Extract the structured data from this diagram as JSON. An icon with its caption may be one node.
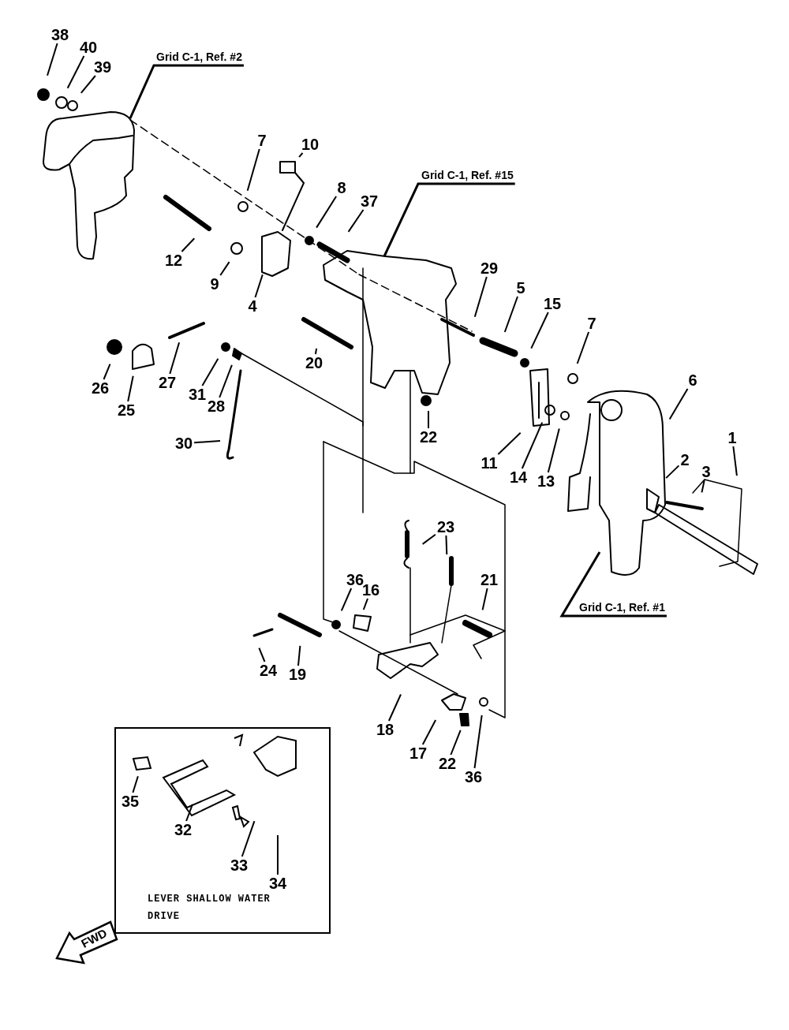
{
  "diagram": {
    "nodes": [
      {
        "text": [
          "38"
        ]
      },
      {
        "text": [
          "40"
        ]
      },
      {
        "text": [
          "39"
        ]
      },
      {
        "text": [
          "Grid C-1, Ref. #2"
        ]
      },
      {
        "text": [
          "10"
        ]
      },
      {
        "text": [
          "7"
        ]
      },
      {
        "text": [
          "8"
        ]
      },
      {
        "text": [
          "37"
        ]
      },
      {
        "text": [
          "Grid C-1, Ref. #15"
        ]
      },
      {
        "text": [
          "12"
        ]
      },
      {
        "text": [
          "9"
        ]
      },
      {
        "text": [
          "4"
        ]
      },
      {
        "text": [
          "29"
        ]
      },
      {
        "text": [
          "5"
        ]
      },
      {
        "text": [
          "15"
        ]
      },
      {
        "text": [
          "7"
        ]
      },
      {
        "text": [
          "26"
        ]
      },
      {
        "text": [
          "25"
        ]
      },
      {
        "text": [
          "27"
        ]
      },
      {
        "text": [
          "31"
        ]
      },
      {
        "text": [
          "28"
        ]
      },
      {
        "text": [
          "20"
        ]
      },
      {
        "text": [
          "30"
        ]
      },
      {
        "text": [
          "22"
        ]
      },
      {
        "text": [
          "11"
        ]
      },
      {
        "text": [
          "14"
        ]
      },
      {
        "text": [
          "13"
        ]
      },
      {
        "text": [
          "6"
        ]
      },
      {
        "text": [
          "2"
        ]
      },
      {
        "text": [
          "1"
        ]
      },
      {
        "text": [
          "3"
        ]
      },
      {
        "text": [
          "Grid C-1, Ref. #1"
        ]
      },
      {
        "text": [
          "23"
        ]
      },
      {
        "text": [
          "36"
        ]
      },
      {
        "text": [
          "16"
        ]
      },
      {
        "text": [
          "21"
        ]
      },
      {
        "text": [
          "24"
        ]
      },
      {
        "text": [
          "19"
        ]
      },
      {
        "text": [
          "18"
        ]
      },
      {
        "text": [
          "17"
        ]
      },
      {
        "text": [
          "22"
        ]
      },
      {
        "text": [
          "36"
        ]
      },
      {
        "text": [
          "LEVER SHALLOW WATER DRIVE"
        ]
      },
      {
        "text": [
          "35"
        ],
        "in": 42
      },
      {
        "text": [
          "32"
        ],
        "in": 42
      },
      {
        "text": [
          "33"
        ],
        "in": 42
      },
      {
        "text": [
          "34"
        ],
        "in": 42
      },
      {
        "text": [
          "FWD"
        ]
      }
    ],
    "edges": [
      {
        "from": 0,
        "to": null,
        "arrow": "none"
      },
      {
        "from": 1,
        "to": null,
        "arrow": "none"
      },
      {
        "from": 2,
        "to": null,
        "arrow": "none"
      },
      {
        "from": 3,
        "to": null,
        "arrow": "none"
      },
      {
        "from": 4,
        "to": null,
        "arrow": "none"
      },
      {
        "from": 5,
        "to": null,
        "arrow": "none"
      },
      {
        "from": 6,
        "to": null,
        "arrow": "none"
      },
      {
        "from": 7,
        "to": null,
        "arrow": "none"
      },
      {
        "from": 8,
        "to": null,
        "arrow": "none"
      },
      {
        "from": 9,
        "to": null,
        "arrow": "none"
      },
      {
        "from": 10,
        "to": null,
        "arrow": "none"
      },
      {
        "from": 11,
        "to": null,
        "arrow": "none"
      },
      {
        "from": 12,
        "to": null,
        "arrow": "none"
      },
      {
        "from": 13,
        "to": null,
        "arrow": "none"
      },
      {
        "from": 14,
        "to": null,
        "arrow": "none"
      },
      {
        "from": 15,
        "to": null,
        "arrow": "none"
      },
      {
        "from": 16,
        "to": null,
        "arrow": "none"
      },
      {
        "from": 17,
        "to": null,
        "arrow": "none"
      },
      {
        "from": 18,
        "to": null,
        "arrow": "none"
      },
      {
        "from": 19,
        "to": null,
        "arrow": "none"
      },
      {
        "from": 20,
        "to": null,
        "arrow": "none"
      },
      {
        "from": 21,
        "to": null,
        "arrow": "none"
      },
      {
        "from": 22,
        "to": null,
        "arrow": "none"
      },
      {
        "from": 23,
        "to": null,
        "arrow": "none"
      },
      {
        "from": 24,
        "to": null,
        "arrow": "none"
      },
      {
        "from": 25,
        "to": null,
        "arrow": "none"
      },
      {
        "from": 26,
        "to": null,
        "arrow": "none"
      },
      {
        "from": 27,
        "to": null,
        "arrow": "none"
      },
      {
        "from": 28,
        "to": null,
        "arrow": "none"
      },
      {
        "from": 29,
        "to": null,
        "arrow": "none"
      },
      {
        "from": 30,
        "to": null,
        "arrow": "none"
      },
      {
        "from": 31,
        "to": null,
        "arrow": "none"
      },
      {
        "from": 32,
        "to": null,
        "arrow": "none"
      },
      {
        "from": 32,
        "to": null,
        "arrow": "none"
      },
      {
        "from": 33,
        "to": null,
        "arrow": "none"
      },
      {
        "from": 34,
        "to": null,
        "arrow": "none"
      },
      {
        "from": 35,
        "to": null,
        "arrow": "none"
      },
      {
        "from": 36,
        "to": null,
        "arrow": "none"
      },
      {
        "from": 37,
        "to": null,
        "arrow": "none"
      },
      {
        "from": 38,
        "to": null,
        "arrow": "none"
      },
      {
        "from": 39,
        "to": null,
        "arrow": "none"
      },
      {
        "from": 40,
        "to": null,
        "arrow": "none"
      },
      {
        "from": 41,
        "to": null,
        "arrow": "none"
      },
      {
        "from": 43,
        "to": null,
        "arrow": "none"
      },
      {
        "from": 44,
        "to": null,
        "arrow": "none"
      },
      {
        "from": 45,
        "to": null,
        "arrow": "none"
      },
      {
        "from": 46,
        "to": null,
        "arrow": "none"
      }
    ]
  }
}
